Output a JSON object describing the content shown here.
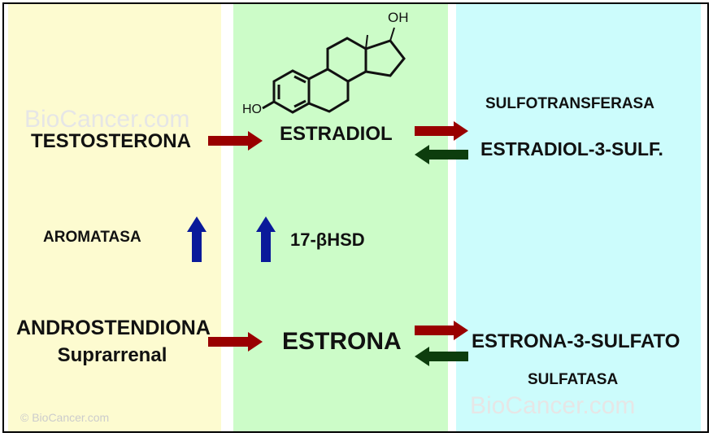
{
  "left": {
    "testosterona": "TESTOSTERONA",
    "aromatasa": "AROMATASA",
    "androstendiona": "ANDROSTENDIONA",
    "suprarrenal": "Suprarrenal",
    "copyright": "© BioCancer.com"
  },
  "middle": {
    "estradiol": "ESTRADIOL",
    "hsd": "17-βHSD",
    "estrona": "ESTRONA",
    "oh_top": "OH",
    "ho_left": "HO"
  },
  "right": {
    "sulfotransferasa": "SULFOTRANSFERASA",
    "estradiol_sulf": "ESTRADIOL-3-SULF.",
    "estrona_sulfato": "ESTRONA-3-SULFATO",
    "sulfatasa": "SULFATASA"
  },
  "watermarks": [
    "BioCancer.com",
    "BioCancer.com"
  ],
  "colors": {
    "forward_arrow": "#990000",
    "reverse_arrow": "#0d3d0d",
    "up_arrow": "#0a1a9a"
  }
}
